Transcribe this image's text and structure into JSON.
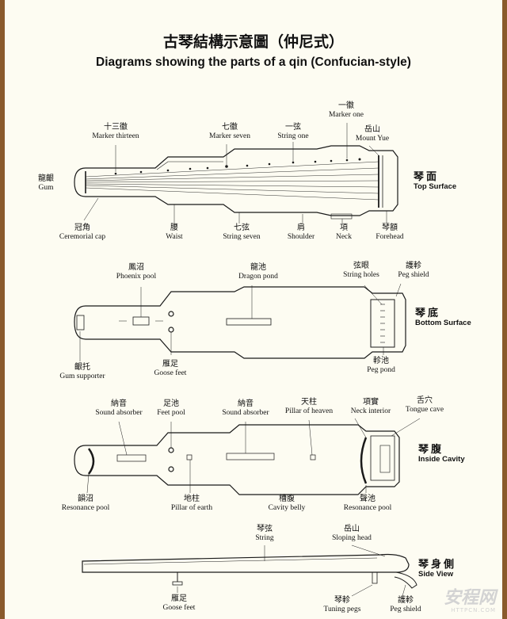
{
  "title": {
    "chinese": "古琴結構示意圖（仲尼式）",
    "english": "Diagrams showing the parts of a qin (Confucian-style)"
  },
  "views": [
    {
      "id": "top",
      "name_cn": "琴面",
      "name_en": "Top Surface",
      "labels": [
        {
          "cn": "十三徽",
          "en": "Marker thirteen"
        },
        {
          "cn": "七徽",
          "en": "Marker seven"
        },
        {
          "cn": "一弦",
          "en": "String one"
        },
        {
          "cn": "一徽",
          "en": "Marker one"
        },
        {
          "cn": "岳山",
          "en": "Mount Yue"
        },
        {
          "cn": "龍齦",
          "en": "Gum"
        },
        {
          "cn": "冠角",
          "en": "Ceremorial cap"
        },
        {
          "cn": "腰",
          "en": "Waist"
        },
        {
          "cn": "七弦",
          "en": "String seven"
        },
        {
          "cn": "肩",
          "en": "Shoulder"
        },
        {
          "cn": "項",
          "en": "Neck"
        },
        {
          "cn": "琴額",
          "en": "Forehead"
        }
      ]
    },
    {
      "id": "bottom",
      "name_cn": "琴底",
      "name_en": "Bottom Surface",
      "labels": [
        {
          "cn": "鳳沼",
          "en": "Phoenix pool"
        },
        {
          "cn": "龍池",
          "en": "Dragon pond"
        },
        {
          "cn": "弦眼",
          "en": "String holes"
        },
        {
          "cn": "護軫",
          "en": "Peg shield"
        },
        {
          "cn": "齦托",
          "en": "Gum supporter"
        },
        {
          "cn": "雁足",
          "en": "Goose feet"
        },
        {
          "cn": "軫池",
          "en": "Peg pond"
        }
      ]
    },
    {
      "id": "inside",
      "name_cn": "琴腹",
      "name_en": "Inside Cavity",
      "labels": [
        {
          "cn": "納音",
          "en": "Sound absorber"
        },
        {
          "cn": "足池",
          "en": "Feet pool"
        },
        {
          "cn": "納音",
          "en": "Sound absorber"
        },
        {
          "cn": "天柱",
          "en": "Pillar of heaven"
        },
        {
          "cn": "項實",
          "en": "Neck interior"
        },
        {
          "cn": "舌穴",
          "en": "Tongue cave"
        },
        {
          "cn": "韻沼",
          "en": "Resonance pool"
        },
        {
          "cn": "地柱",
          "en": "Pillar of earth"
        },
        {
          "cn": "槽腹",
          "en": "Cavity belly"
        },
        {
          "cn": "聲池",
          "en": "Resonance pool"
        }
      ]
    },
    {
      "id": "side",
      "name_cn": "琴身側",
      "name_en": "Side View",
      "labels": [
        {
          "cn": "琴弦",
          "en": "String"
        },
        {
          "cn": "岳山",
          "en": "Sloping head"
        },
        {
          "cn": "雁足",
          "en": "Goose feet"
        },
        {
          "cn": "琴軫",
          "en": "Tuning pegs"
        },
        {
          "cn": "護軫",
          "en": "Peg shield"
        }
      ]
    }
  ],
  "watermark": {
    "name": "安程网",
    "url": "HTTPCN.COM"
  }
}
